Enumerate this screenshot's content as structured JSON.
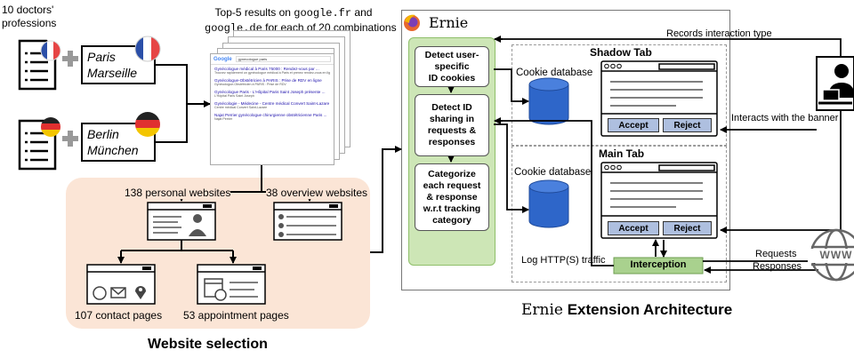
{
  "left": {
    "doctors_line1": "10 doctors'",
    "doctors_line2": "professions",
    "city_fr_1": "Paris",
    "city_fr_2": "Marseille",
    "city_de_1": "Berlin",
    "city_de_2": "München",
    "top5_line1_a": "Top-5 results on ",
    "top5_line1_b": "google.fr",
    "top5_line1_c": " and",
    "top5_line2_a": "google.de",
    "top5_line2_b": " for each of 20 combinations"
  },
  "serp": {
    "logo": "Google",
    "query": "gynecologue paris",
    "results": [
      {
        "title": "Gynécologue médical à Paris 75000 : Rendez-vous par ...",
        "snippet": "Trouvez rapidement un gynécologue médical à Paris et prenez rendez-vous en ligne"
      },
      {
        "title": "Gynécologue-Obstétricien à PARIS : Prise de RDV en ligne",
        "snippet": "Gynécologue-Obstétricien à PARIS : Prise de RDV"
      },
      {
        "title": "Gynécologue Paris - L'Hôpital Paris Saint Joseph présente ...",
        "snippet": "L'Hôpital Paris Saint Joseph"
      },
      {
        "title": "Gynécologie - Médecine - Centre médical Convert Saint-Lazare",
        "snippet": "Centre médical Convert Saint-Lazare"
      },
      {
        "title": "Najat Perrier gynécologue chirurgienne obstétricienne Paris ...",
        "snippet": "Najat Perrier"
      }
    ]
  },
  "selection": {
    "personal": "138 personal websites",
    "overview": "38 overview websites",
    "contact": "107 contact pages",
    "appointment": "53 appointment pages",
    "title": "Website selection"
  },
  "ernie": {
    "name": "Ernie",
    "detect_cookies": [
      "Detect user-",
      "specific",
      "ID cookies"
    ],
    "detect_sharing": [
      "Detect ID",
      "sharing in",
      "requests &",
      "responses"
    ],
    "categorize": [
      "Categorize",
      "each request",
      "& response",
      "w.r.t tracking",
      "category"
    ],
    "shadow_tab": "Shadow Tab",
    "main_tab": "Main Tab",
    "cookie_db_1": "Cookie database",
    "cookie_db_2": "Cookie database",
    "accept_1": "Accept",
    "reject_1": "Reject",
    "accept_2": "Accept",
    "reject_2": "Reject",
    "interception": "Interception",
    "log_traffic": "Log HTTP(S) traffic",
    "caption_a": "Ernie",
    "caption_b": " Extension Architecture"
  },
  "right": {
    "records": "Records interaction type",
    "interacts": "Interacts with the banner",
    "requests": "Requests",
    "responses": "Responses",
    "www": "WWW"
  },
  "colors": {
    "green_box": "#cde6b6",
    "salmon_bg": "#fbe5d6",
    "button_blue": "#aebfdf",
    "db_blue": "#2e66c9",
    "interception": "#a9d18e"
  }
}
